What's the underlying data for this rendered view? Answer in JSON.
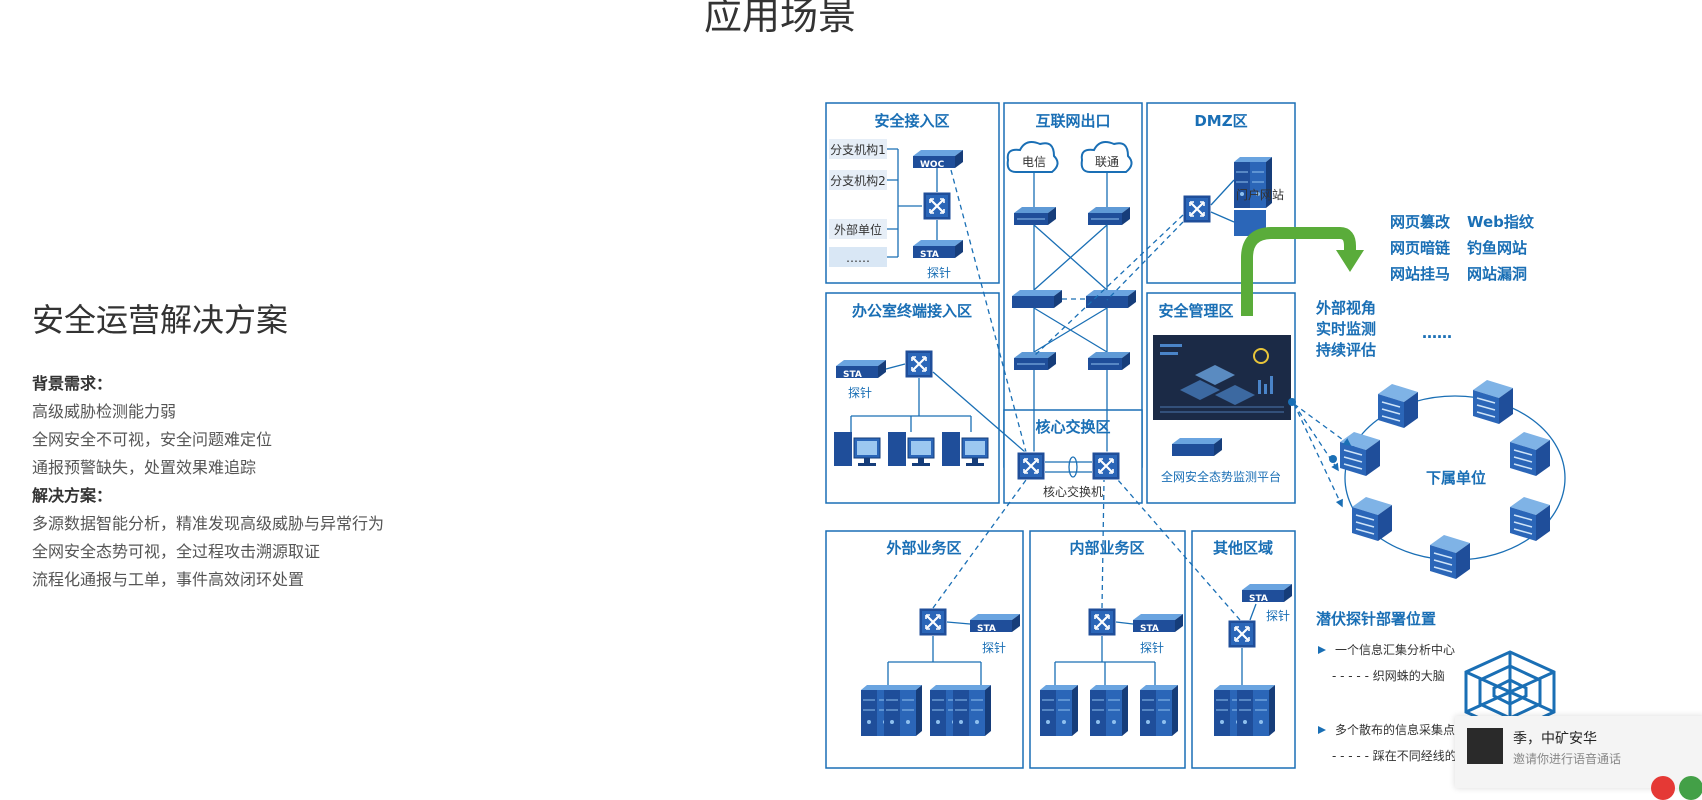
{
  "page": {
    "title": "应用场景"
  },
  "solution": {
    "title": "安全运营解决方案",
    "bg_heading": "背景需求：",
    "bg_items": [
      "高级威胁检测能力弱",
      "全网安全不可视，安全问题难定位",
      "通报预警缺失，处置效果难追踪"
    ],
    "sol_heading": "解决方案：",
    "sol_items": [
      "多源数据智能分析，精准发现高级威胁与异常行为",
      "全网安全态势可视，全过程攻击溯源取证",
      "流程化通报与工单，事件高效闭环处置"
    ]
  },
  "diagram": {
    "zones": {
      "access": "安全接入区",
      "internet": "互联网出口",
      "dmz": "DMZ区",
      "office": "办公室终端接入区",
      "mgmt": "安全管理区",
      "core": "核心交换区",
      "ext_biz": "外部业务区",
      "int_biz": "内部业务区",
      "other": "其他区域"
    },
    "branches": [
      "分支机构1",
      "分支机构2",
      "外部单位",
      "……"
    ],
    "woc": "WOC",
    "sta": "STA",
    "probe": "探针",
    "telecom": "电信",
    "unicom": "联通",
    "portal": "门户网站",
    "core_switch": "核心交换机",
    "platform": "全网安全态势监测平台",
    "risks": [
      "网页篡改",
      "Web指纹",
      "网页暗链",
      "钓鱼网站",
      "网站挂马",
      "网站漏洞"
    ],
    "external_view": [
      "外部视角",
      "实时监测",
      "持续评估"
    ],
    "ellipsis": "……",
    "subordinate": "下属单位",
    "deploy_title": "潜伏探针部署位置",
    "deploy_1": "一个信息汇集分析中心",
    "deploy_1_sub": "- - - - - 织网蛛的大脑",
    "deploy_2": "多个散布的信息采集点",
    "deploy_2_sub": "- - - - - 踩在不同经线的"
  },
  "chat": {
    "name": "季，中矿安华",
    "message": "邀请你进行语音通话"
  },
  "colors": {
    "brand": "#1a6fb5",
    "arrow": "#5aac3a",
    "dark": "#1f4e9a"
  }
}
